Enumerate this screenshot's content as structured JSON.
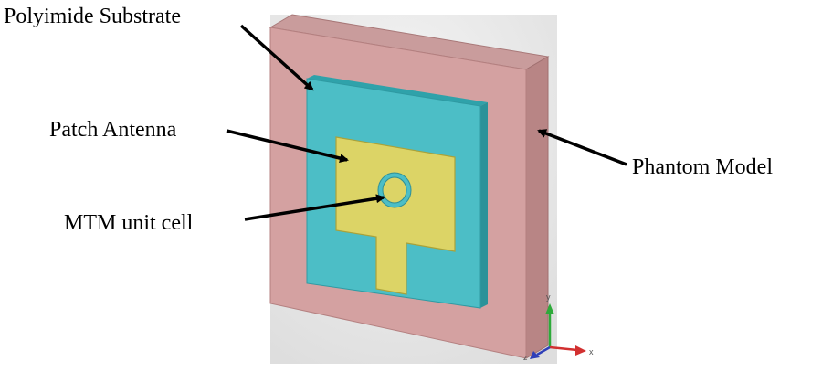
{
  "figure": {
    "labels": {
      "substrate": "Polyimide Substrate",
      "patch": "Patch Antenna",
      "mtm": "MTM unit cell",
      "phantom": "Phantom Model"
    },
    "axes": {
      "x": "x",
      "y": "y",
      "z": "z"
    },
    "colors": {
      "phantom_front": "#d4a1a1",
      "phantom_side": "#bb8686",
      "phantom_top": "#caa0a0",
      "substrate_front": "#4cbec6",
      "substrate_edge": "#2f9aa2",
      "patch": "#dcd466",
      "patch_edge": "#a9a23a",
      "annotation": "#000000"
    }
  }
}
